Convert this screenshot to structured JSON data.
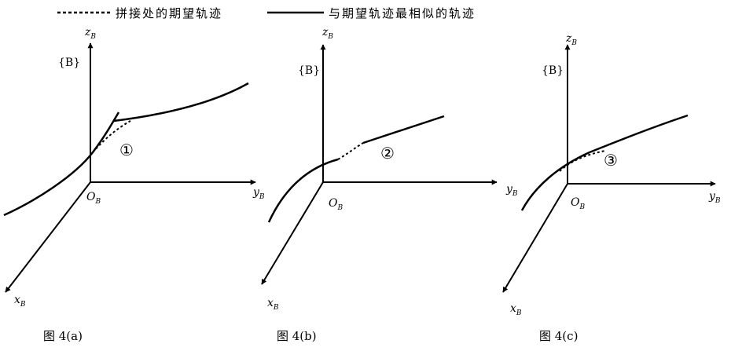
{
  "legend": {
    "dashed_label": "拼接处的期望轨迹",
    "solid_label": "与期望轨迹最相似的轨迹"
  },
  "axes": {
    "z": "z",
    "y": "y",
    "x": "x",
    "origin": "O",
    "sub": "B",
    "frame": "{B}"
  },
  "panels": [
    {
      "marker": "①",
      "caption": "图 4(a)"
    },
    {
      "marker": "②",
      "caption": "图 4(b)"
    },
    {
      "marker": "③",
      "caption": "图 4(c)"
    }
  ]
}
